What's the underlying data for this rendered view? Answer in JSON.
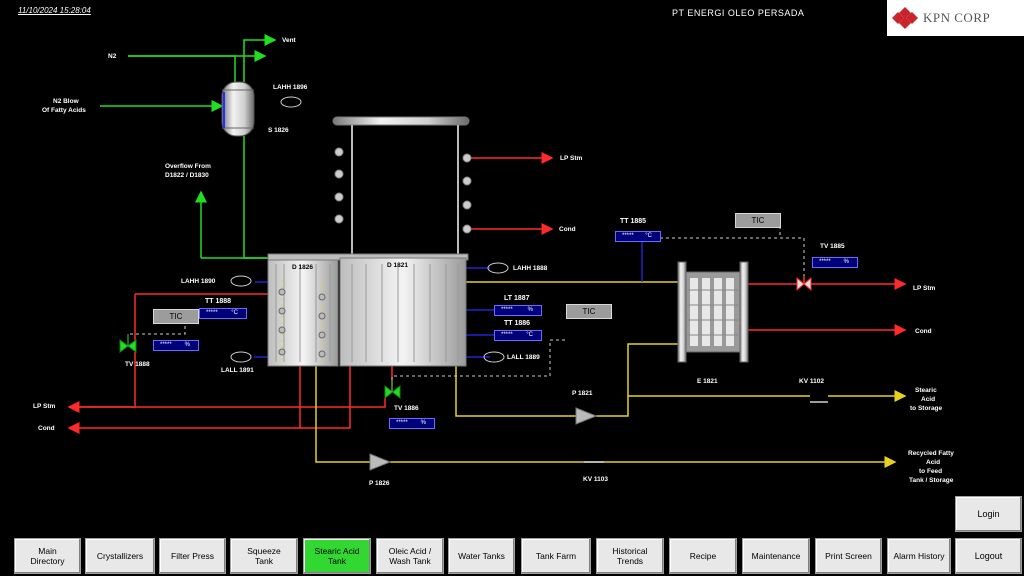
{
  "header": {
    "timestamp": "11/10/2024 15:28:04",
    "company": "PT ENERGI OLEO PERSADA",
    "logo_text": "KPN CORP"
  },
  "labels": {
    "n2": "N2",
    "vent": "Vent",
    "n2_blow_1": "N2 Blow",
    "n2_blow_2": "Of Fatty Acids",
    "lahh_1896": "LAHH 1896",
    "s_1826": "S 1826",
    "overflow_1": "Overflow From",
    "overflow_2": "D1822 / D1830",
    "lp_stm_top": "LP Stm",
    "cond_top": "Cond",
    "lahh_1890": "LAHH 1890",
    "d_1826": "D 1826",
    "d_1821": "D 1821",
    "lahh_1888": "LAHH 1888",
    "lt_1887": "LT 1887",
    "tt_1886": "TT 1886",
    "tt_1888": "TT 1888",
    "lall_1891": "LALL 1891",
    "lall_1889": "LALL 1889",
    "tv_1888": "TV 1888",
    "tv_1886": "TV 1886",
    "lp_stm_left": "LP Stm",
    "cond_left": "Cond",
    "p_1821": "P 1821",
    "p_1826": "P 1826",
    "kv_1103": "KV 1103",
    "tt_1885": "TT 1885",
    "tv_1885": "TV 1885",
    "e_1821": "E 1821",
    "kv_1102": "KV 1102",
    "lp_stm_right": "LP Stm",
    "cond_right": "Cond",
    "stearic_1": "Stearic",
    "stearic_2": "Acid",
    "stearic_3": "to Storage",
    "recycled_1": "Recycled Fatty",
    "recycled_2": "Acid",
    "recycled_3": "to Feed",
    "recycled_4": "Tank / Storage"
  },
  "displays": {
    "tt_1888": {
      "value": "*****",
      "unit": "°C"
    },
    "tv_1888": {
      "value": "*****",
      "unit": "%"
    },
    "lt_1887": {
      "value": "*****",
      "unit": "%"
    },
    "tt_1886": {
      "value": "*****",
      "unit": "°C"
    },
    "tv_1886": {
      "value": "*****",
      "unit": "%"
    },
    "tt_1885": {
      "value": "*****",
      "unit": "°C"
    },
    "tv_1885": {
      "value": "*****",
      "unit": "%"
    }
  },
  "controllers": {
    "tic_left": "TIC",
    "tic_mid": "TIC",
    "tic_right": "TIC"
  },
  "nav": [
    {
      "label": "Main\nDirectory",
      "active": false
    },
    {
      "label": "Crystallizers",
      "active": false
    },
    {
      "label": "Filter Press",
      "active": false
    },
    {
      "label": "Squeeze\nTank",
      "active": false
    },
    {
      "label": "Stearic Acid\nTank",
      "active": true
    },
    {
      "label": "Oleic Acid /\nWash Tank",
      "active": false
    },
    {
      "label": "Water Tanks",
      "active": false
    },
    {
      "label": "Tank Farm",
      "active": false
    },
    {
      "label": "Historical\nTrends",
      "active": false
    },
    {
      "label": "Recipe",
      "active": false
    },
    {
      "label": "Maintenance",
      "active": false
    },
    {
      "label": "Print Screen",
      "active": false
    },
    {
      "label": "Alarm History",
      "active": false
    }
  ],
  "side_buttons": {
    "login": "Login",
    "logout": "Logout"
  },
  "colors": {
    "n2_line": "#22dd22",
    "steam_line": "#ff2a2a",
    "product_line": "#e6d21e",
    "signal_line": "#2222ff",
    "active_button": "#32d732"
  }
}
